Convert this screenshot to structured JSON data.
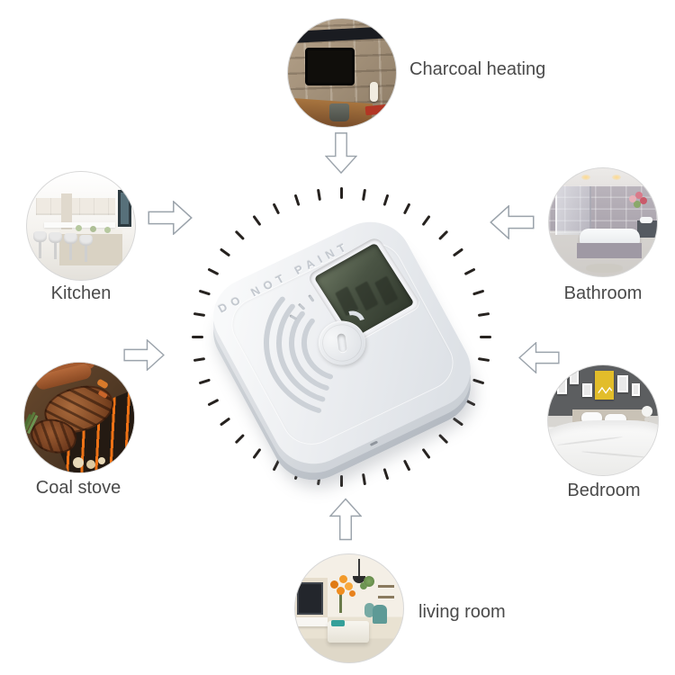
{
  "colors": {
    "background": "#ffffff",
    "label_text": "#4a4a4a",
    "arrow_outline": "#9ba3ab",
    "tick": "#26221f",
    "device_body": "#eef0f3",
    "lcd_screen": "#49533f"
  },
  "tick_ring": {
    "count": 40,
    "radius": 160
  },
  "device": {
    "embossed_text": "DO NOT PAINT"
  },
  "scenes": [
    {
      "name": "charcoal-heating",
      "label": "Charcoal heating",
      "photo": "fireplace"
    },
    {
      "name": "kitchen",
      "label": "Kitchen",
      "photo": "kitchen"
    },
    {
      "name": "bathroom",
      "label": "Bathroom",
      "photo": "bathroom"
    },
    {
      "name": "coal-stove",
      "label": "Coal stove",
      "photo": "barbecue-grill"
    },
    {
      "name": "bedroom",
      "label": "Bedroom",
      "photo": "bedroom"
    },
    {
      "name": "living-room",
      "label": "living room",
      "photo": "living-room"
    }
  ]
}
